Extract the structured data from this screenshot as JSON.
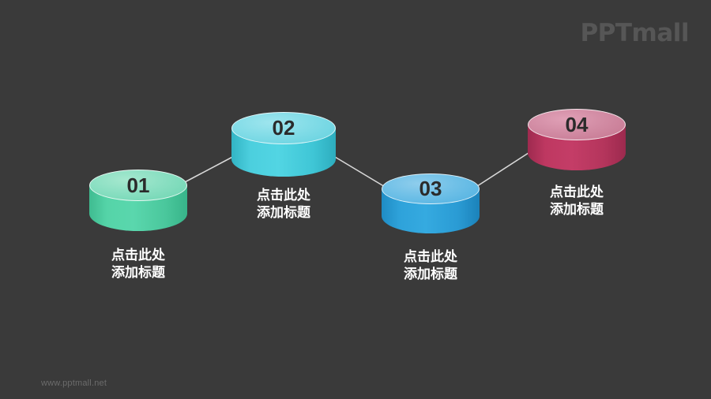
{
  "slide": {
    "background_color": "#3a3a3a",
    "brand_logo": "PPTmall",
    "footer_url": "www.pptmall.net"
  },
  "steps": [
    {
      "number": "01",
      "caption_line1": "点击此处",
      "caption_line2": "添加标题",
      "color_body": "#4ecfa2",
      "color_top": "#92e0c4",
      "color_side_dark": "#3fbb90"
    },
    {
      "number": "02",
      "caption_line1": "点击此处",
      "caption_line2": "添加标题",
      "color_body": "#41c6d6",
      "color_top": "#8adde6",
      "color_side_dark": "#32b4c4"
    },
    {
      "number": "03",
      "caption_line1": "点击此处",
      "caption_line2": "添加标题",
      "color_body": "#2a9fd8",
      "color_top": "#74c4e8",
      "color_side_dark": "#1f8cc4"
    },
    {
      "number": "04",
      "caption_line1": "点击此处",
      "caption_line2": "添加标题",
      "color_body": "#b8335c",
      "color_top": "#d586a0",
      "color_side_dark": "#a22a50"
    }
  ],
  "connector_color": "#d8d8d8"
}
